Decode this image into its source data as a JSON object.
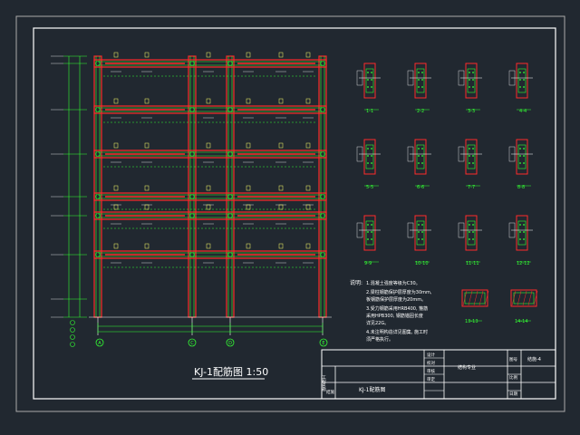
{
  "drawing": {
    "main_title": "KJ-1配筋图 1:50",
    "axis_labels": [
      "A",
      "C",
      "D",
      "E"
    ],
    "notes": {
      "header": "说明:",
      "lines": [
        "1.混凝土强度等级为C30。",
        "2.梁柱钢筋保护层厚度为30mm,",
        "  板钢筋保护层厚度为20mm。",
        "3.受力钢筋采用HRB400, 箍筋",
        "  采用HPB300, 钢筋锚固长度",
        "  详见22G。",
        "4.未注明构造详见图集, 施工时",
        "  须严格执行。"
      ]
    },
    "section_labels": [
      "1-1",
      "2-2",
      "3-3",
      "4-4",
      "5-5",
      "6-6",
      "7-7",
      "8-8",
      "9-9",
      "10-10",
      "11-11",
      "12-12",
      "13-13",
      "14-14"
    ],
    "title_block": {
      "project_label": "工程名称",
      "drawing_label": "图号",
      "sheet_name": "KJ-1配筋图",
      "design_label": "设计",
      "check_label": "校对",
      "review_label": "审核",
      "approve_label": "审定",
      "scale_label": "比例",
      "date_label": "日期",
      "page_label": "结施",
      "drawing_no": "结施-4",
      "company": "结构专业"
    }
  },
  "colors": {
    "background": "#212830",
    "frame": "#ffffff",
    "concrete": "#ff2a2a",
    "rebar": "#33ff33",
    "dimension": "#33ff33",
    "text": "#ffff66",
    "detail": "#ffffff"
  }
}
